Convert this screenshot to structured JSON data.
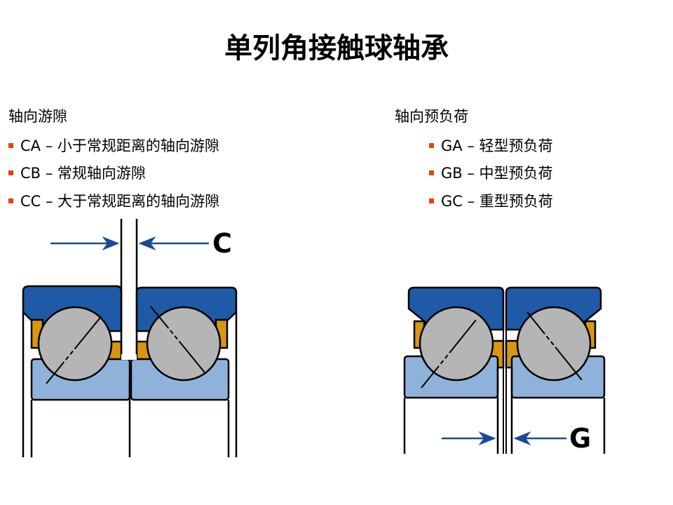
{
  "title": "单列角接触球轴承",
  "left": {
    "heading": "轴向游隙",
    "items": [
      "CA – 小于常规距离的轴向游隙",
      "CB – 常规轴向游隙",
      "CC – 大于常规距离的轴向游隙"
    ],
    "diagram_label": "C"
  },
  "right": {
    "heading": "轴向预负荷",
    "items": [
      "GA – 轻型预负荷",
      "GB – 中型预负荷",
      "GC – 重型预负荷"
    ],
    "diagram_label": "G"
  },
  "colors": {
    "bullet": "#e8400c",
    "outer_ring": "#1f5aa6",
    "inner_ring": "#8fb2da",
    "cage": "#d99610",
    "ball": "#b5b5b5",
    "arrow": "#1a4a96"
  }
}
